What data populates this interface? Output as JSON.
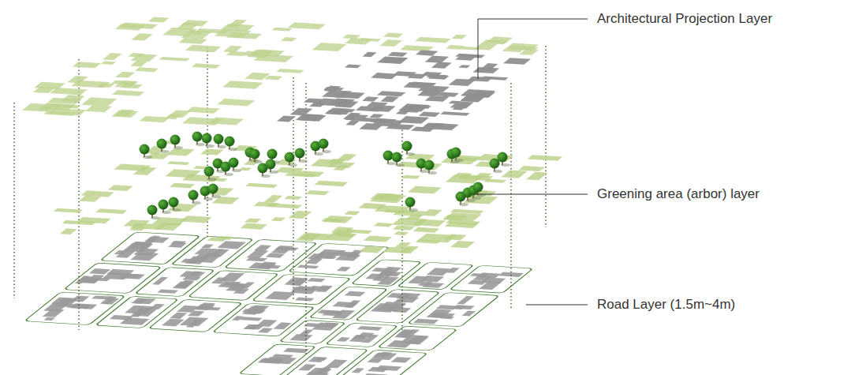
{
  "diagram": {
    "labels": [
      "Architectural Projection Layer",
      "Greening area (arbor) layer",
      "Road Layer (1.5m~4m)"
    ]
  }
}
